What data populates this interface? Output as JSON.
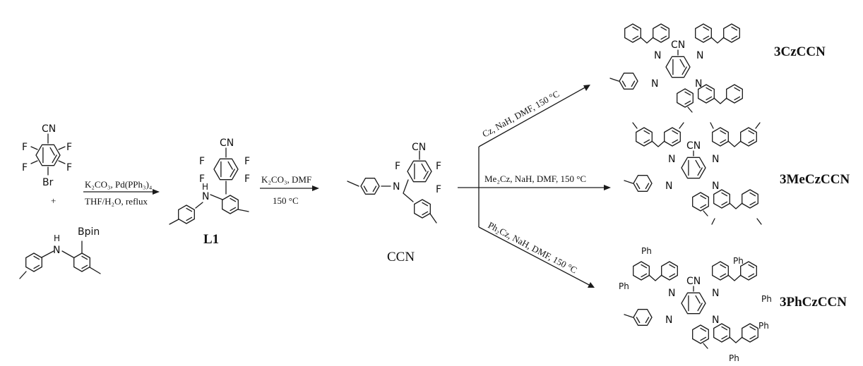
{
  "reactants": {
    "pentafluoro": {
      "substituents": [
        "CN",
        "F",
        "F",
        "F",
        "F",
        "Br"
      ]
    },
    "plus": "+",
    "boronate": {
      "labels": [
        "H",
        "N",
        "Bpin"
      ]
    }
  },
  "step1": {
    "line1": "K₂CO₃, Pd(PPh₃)₄",
    "line2": "THF/H₂O, reflux"
  },
  "intermediate": {
    "label": "L1",
    "atoms": [
      "CN",
      "F",
      "F",
      "F",
      "F",
      "H",
      "N"
    ]
  },
  "step2": {
    "line1": "K₂CO₃, DMF",
    "line2": "150 °C"
  },
  "core": {
    "label": "CCN",
    "atoms": [
      "CN",
      "F",
      "F",
      "F",
      "N"
    ]
  },
  "branches": [
    {
      "conditions": "Cz, NaH, DMF, 150 °C",
      "product": "3CzCCN",
      "substituents": []
    },
    {
      "conditions": "Me₂Cz, NaH, DMF, 150 °C",
      "product": "3MeCzCCN",
      "substituents": []
    },
    {
      "conditions": "Ph₂Cz, NaH, DMF, 150 °C",
      "product": "3PhCzCCN",
      "substituents": [
        "Ph",
        "Ph",
        "Ph",
        "Ph",
        "Ph",
        "Ph"
      ]
    }
  ],
  "product_atoms": {
    "cn": "CN",
    "n": "N"
  }
}
